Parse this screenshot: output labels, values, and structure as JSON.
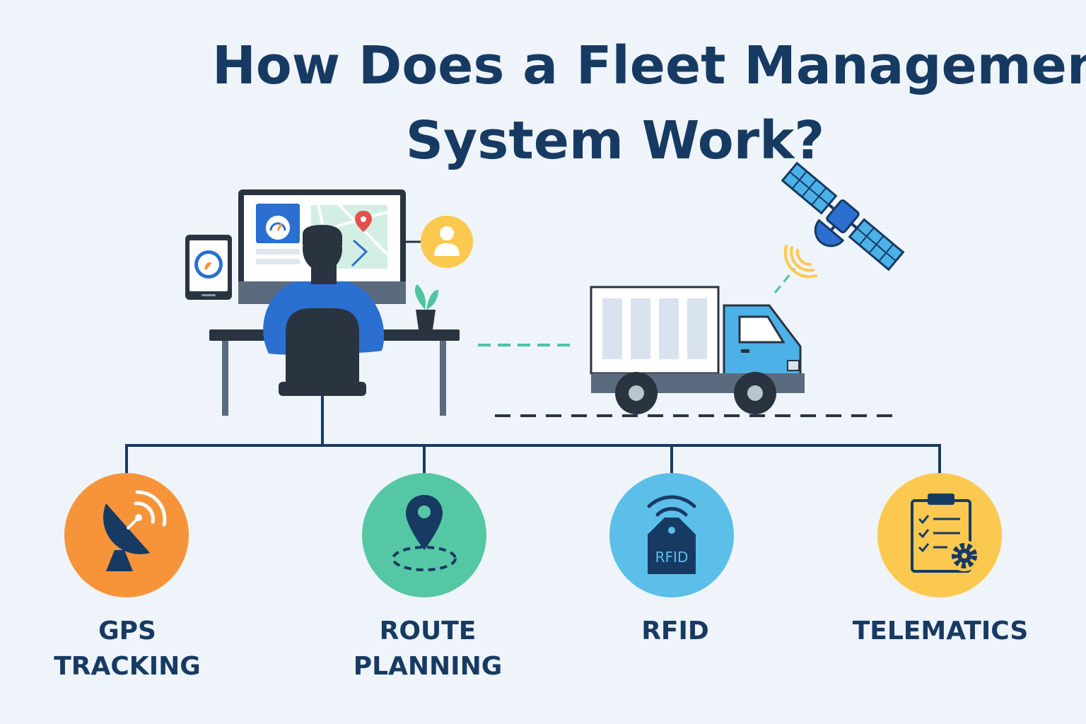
{
  "title": {
    "line1": "How Does a Fleet Management",
    "line2": "System Work?"
  },
  "categories": [
    {
      "id": "gps",
      "line1": "GPS",
      "line2": "TRACKING",
      "icon": "satellite-dish-icon",
      "color": "#f7943a"
    },
    {
      "id": "route",
      "line1": "ROUTE",
      "line2": "PLANNING",
      "icon": "map-pin-icon",
      "color": "#56c7a5"
    },
    {
      "id": "rfid",
      "line1": "RFID",
      "line2": "",
      "icon": "rfid-tag-icon",
      "color": "#5bbfe9",
      "tag_text": "RFID"
    },
    {
      "id": "telematics",
      "line1": "TELEMATICS",
      "line2": "",
      "icon": "clipboard-gear-icon",
      "color": "#fbc94f"
    }
  ],
  "colors": {
    "navy": "#173a63",
    "blue": "#2b6fd0",
    "truck_blue": "#4bb1e6",
    "green": "#4fc3a0",
    "yellow": "#fbc94f",
    "dark": "#2a3340"
  }
}
